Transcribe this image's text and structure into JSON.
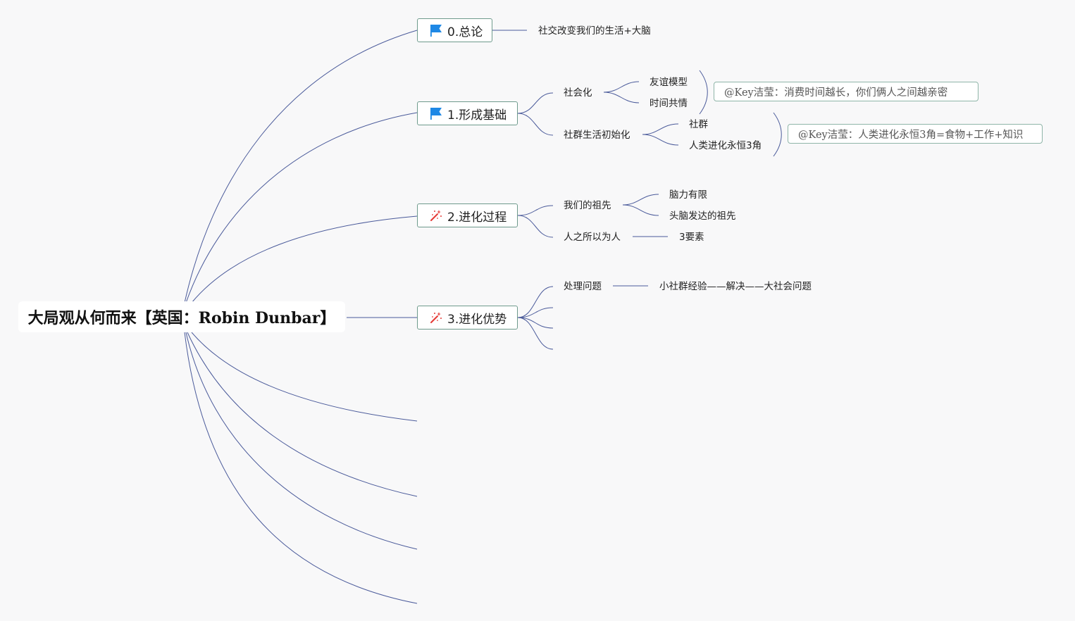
{
  "root": {
    "title": "大局观从何而来【英国：Robin Dunbar】"
  },
  "branches": [
    {
      "label": "0.总论",
      "icon": "flag-icon",
      "children": [
        {
          "label": "社交改变我们的生活+大脑"
        }
      ]
    },
    {
      "label": "1.形成基础",
      "icon": "flag-icon",
      "children": [
        {
          "label": "社会化",
          "children": [
            {
              "label": "友谊模型"
            },
            {
              "label": "时间共情"
            }
          ],
          "note": "@Key洁莹：消费时间越长，你们俩人之间越亲密"
        },
        {
          "label": "社群生活初始化",
          "children": [
            {
              "label": "社群"
            },
            {
              "label": "人类进化永恒3角"
            }
          ],
          "note": "@Key洁莹：人类进化永恒3角=食物+工作+知识"
        }
      ]
    },
    {
      "label": "2.进化过程",
      "icon": "sparkle-wand-icon",
      "children": [
        {
          "label": "我们的祖先",
          "children": [
            {
              "label": "脑力有限"
            },
            {
              "label": "头脑发达的祖先"
            }
          ]
        },
        {
          "label": "人之所以为人",
          "children": [
            {
              "label": "3要素"
            }
          ]
        }
      ]
    },
    {
      "label": "3.进化优势",
      "icon": "sparkle-wand-icon",
      "children": [
        {
          "label": "处理问题",
          "children": [
            {
              "label": "小社群经验——解决——大社会问题"
            }
          ]
        },
        {
          "label": ""
        },
        {
          "label": ""
        },
        {
          "label": ""
        }
      ]
    },
    {
      "label": ""
    },
    {
      "label": ""
    },
    {
      "label": ""
    },
    {
      "label": ""
    }
  ],
  "colors": {
    "connector": "#4a5a9a",
    "branch_border": "#6e9a8c",
    "note_border": "#8fb5a8",
    "flag": "#1e88e5",
    "wand": "#e53935",
    "background": "#f8f8f9"
  }
}
